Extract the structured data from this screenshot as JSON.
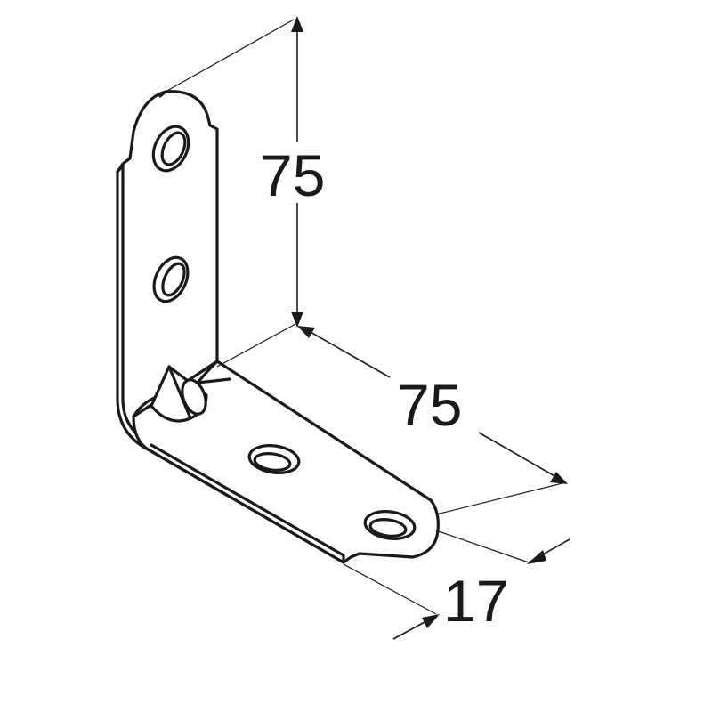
{
  "dimensions": {
    "height_label": "75",
    "length_label": "75",
    "width_label": "17"
  },
  "colors": {
    "line": "#1a1a1a",
    "background": "#ffffff"
  }
}
